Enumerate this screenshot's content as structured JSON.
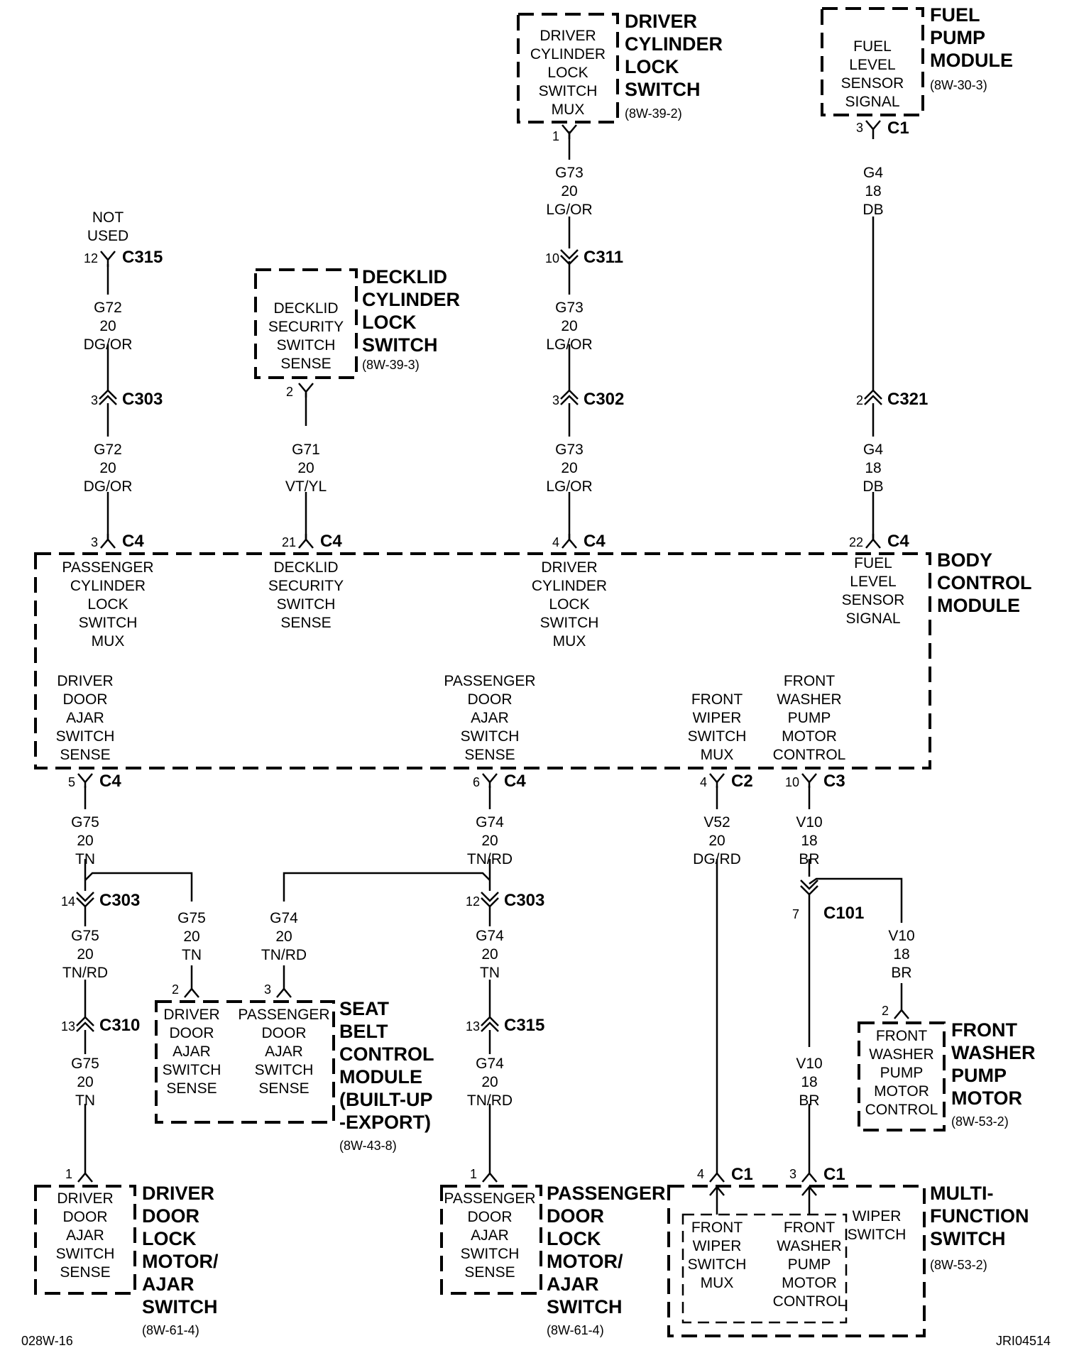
{
  "bcm": {
    "title": [
      "BODY",
      "CONTROL",
      "MODULE"
    ],
    "top_functions": {
      "passenger_cyl": [
        "PASSENGER",
        "CYLINDER",
        "LOCK",
        "SWITCH",
        "MUX"
      ],
      "decklid": [
        "DECKLID",
        "SECURITY",
        "SWITCH",
        "SENSE"
      ],
      "driver_cyl": [
        "DRIVER",
        "CYLINDER",
        "LOCK",
        "SWITCH",
        "MUX"
      ],
      "fuel": [
        "FUEL",
        "LEVEL",
        "SENSOR",
        "SIGNAL"
      ]
    },
    "bottom_functions": {
      "driver_door": [
        "DRIVER",
        "DOOR",
        "AJAR",
        "SWITCH",
        "SENSE"
      ],
      "passenger_door": [
        "PASSENGER",
        "DOOR",
        "AJAR",
        "SWITCH",
        "SENSE"
      ],
      "front_wiper": [
        "FRONT",
        "WIPER",
        "SWITCH",
        "MUX"
      ],
      "front_washer": [
        "FRONT",
        "WASHER",
        "PUMP",
        "MOTOR",
        "CONTROL"
      ]
    }
  },
  "components": {
    "driver_cyl_switch": {
      "inner": [
        "DRIVER",
        "CYLINDER",
        "LOCK",
        "SWITCH",
        "MUX"
      ],
      "title": [
        "DRIVER",
        "CYLINDER",
        "LOCK",
        "SWITCH"
      ],
      "ref": "(8W-39-2)",
      "pin": "1"
    },
    "fuel_pump_module": {
      "inner": [
        "FUEL",
        "LEVEL",
        "SENSOR",
        "SIGNAL"
      ],
      "title": [
        "FUEL",
        "PUMP",
        "MODULE"
      ],
      "ref": "(8W-30-3)",
      "pin": "3",
      "connector": "C1"
    },
    "decklid_switch": {
      "inner": [
        "DECKLID",
        "SECURITY",
        "SWITCH",
        "SENSE"
      ],
      "title": [
        "DECKLID",
        "CYLINDER",
        "LOCK",
        "SWITCH"
      ],
      "ref": "(8W-39-3)",
      "pin": "2"
    },
    "not_used": [
      "NOT",
      "USED"
    ],
    "seat_belt_module": {
      "left": [
        "DRIVER",
        "DOOR",
        "AJAR",
        "SWITCH",
        "SENSE"
      ],
      "right": [
        "PASSENGER",
        "DOOR",
        "AJAR",
        "SWITCH",
        "SENSE"
      ],
      "title": [
        "SEAT",
        "BELT",
        "CONTROL",
        "MODULE",
        "(BUILT-UP",
        "-EXPORT)"
      ],
      "ref": "(8W-43-8)",
      "pin_left": "2",
      "pin_right": "3"
    },
    "front_washer_motor": {
      "inner": [
        "FRONT",
        "WASHER",
        "PUMP",
        "MOTOR",
        "CONTROL"
      ],
      "title": [
        "FRONT",
        "WASHER",
        "PUMP",
        "MOTOR"
      ],
      "ref": "(8W-53-2)",
      "pin": "2"
    },
    "driver_door_motor": {
      "inner": [
        "DRIVER",
        "DOOR",
        "AJAR",
        "SWITCH",
        "SENSE"
      ],
      "title": [
        "DRIVER",
        "DOOR",
        "LOCK",
        "MOTOR/",
        "AJAR",
        "SWITCH"
      ],
      "ref": "(8W-61-4)",
      "pin": "1"
    },
    "passenger_door_motor": {
      "inner": [
        "PASSENGER",
        "DOOR",
        "AJAR",
        "SWITCH",
        "SENSE"
      ],
      "title": [
        "PASSENGER",
        "DOOR",
        "LOCK",
        "MOTOR/",
        "AJAR",
        "SWITCH"
      ],
      "ref": "(8W-61-4)",
      "pin": "1"
    },
    "multifunction_switch": {
      "wiper_switch_label": [
        "WIPER",
        "SWITCH"
      ],
      "left": [
        "FRONT",
        "WIPER",
        "SWITCH",
        "MUX"
      ],
      "right": [
        "FRONT",
        "WASHER",
        "PUMP",
        "MOTOR",
        "CONTROL"
      ],
      "title": [
        "MULTI-",
        "FUNCTION",
        "SWITCH"
      ],
      "ref": "(8W-53-2)",
      "pin_left": "4",
      "pin_right": "3",
      "connector": "C1"
    }
  },
  "wires": {
    "g73": [
      "G73",
      "20",
      "LG/OR"
    ],
    "g4": [
      "G4",
      "18",
      "DB"
    ],
    "g72": [
      "G72",
      "20",
      "DG/OR"
    ],
    "g71": [
      "G71",
      "20",
      "VT/YL"
    ],
    "g75_tn": [
      "G75",
      "20",
      "TN"
    ],
    "g75_tnrd": [
      "G75",
      "20",
      "TN/RD"
    ],
    "g74_tnrd": [
      "G74",
      "20",
      "TN/RD"
    ],
    "g74_tn": [
      "G74",
      "20",
      "TN"
    ],
    "v52": [
      "V52",
      "20",
      "DG/RD"
    ],
    "v10": [
      "V10",
      "18",
      "BR"
    ]
  },
  "connectors": {
    "c315": {
      "pin": "12",
      "name": "C315"
    },
    "c311": {
      "pin": "10",
      "name": "C311"
    },
    "c303_g72": {
      "pin": "3",
      "name": "C303"
    },
    "c302": {
      "pin": "3",
      "name": "C302"
    },
    "c321": {
      "pin": "2",
      "name": "C321"
    },
    "c4_3": {
      "pin": "3",
      "name": "C4"
    },
    "c4_21": {
      "pin": "21",
      "name": "C4"
    },
    "c4_4": {
      "pin": "4",
      "name": "C4"
    },
    "c4_22": {
      "pin": "22",
      "name": "C4"
    },
    "c4_5": {
      "pin": "5",
      "name": "C4"
    },
    "c4_6": {
      "pin": "6",
      "name": "C4"
    },
    "c2_4": {
      "pin": "4",
      "name": "C2"
    },
    "c3_10": {
      "pin": "10",
      "name": "C3"
    },
    "c303_14": {
      "pin": "14",
      "name": "C303"
    },
    "c303_12": {
      "pin": "12",
      "name": "C303"
    },
    "c101": {
      "pin": "7",
      "name": "C101"
    },
    "c310": {
      "pin": "13",
      "name": "C310"
    },
    "c315_13": {
      "pin": "13",
      "name": "C315"
    }
  },
  "footer": {
    "left": "028W-16",
    "right": "JRI04514"
  }
}
